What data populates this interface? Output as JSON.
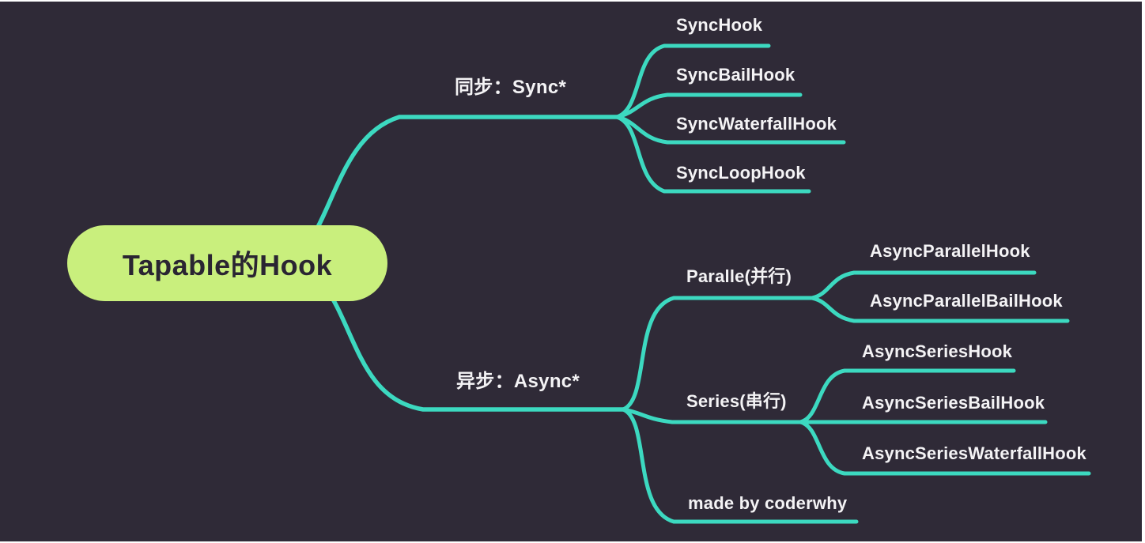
{
  "colors": {
    "background": "#2f2a37",
    "connector": "#3cd9c0",
    "root_fill": "#c9ef7d",
    "root_text": "#2a2532",
    "label_text": "#f4f3f5",
    "frame": "#ffffff"
  },
  "root": {
    "label": "Tapable的Hook"
  },
  "branches": [
    {
      "label": "同步：Sync*",
      "children": [
        {
          "label": "SyncHook"
        },
        {
          "label": "SyncBailHook"
        },
        {
          "label": "SyncWaterfallHook"
        },
        {
          "label": "SyncLoopHook"
        }
      ]
    },
    {
      "label": "异步：Async*",
      "children": [
        {
          "label": "Paralle(并行)",
          "children": [
            {
              "label": "AsyncParallelHook"
            },
            {
              "label": "AsyncParallelBailHook"
            }
          ]
        },
        {
          "label": "Series(串行)",
          "children": [
            {
              "label": "AsyncSeriesHook"
            },
            {
              "label": "AsyncSeriesBailHook"
            },
            {
              "label": "AsyncSeriesWaterfallHook"
            }
          ]
        },
        {
          "label": "made by coderwhy"
        }
      ]
    }
  ]
}
